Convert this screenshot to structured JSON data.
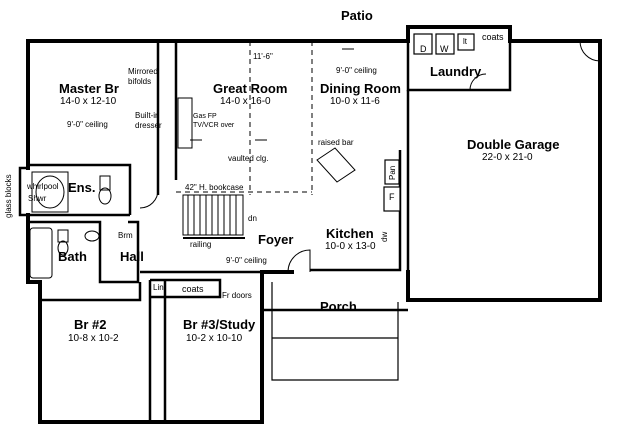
{
  "patio": "Patio",
  "laundry": {
    "name": "Laundry",
    "d": "D",
    "w": "W",
    "sink": "lt",
    "coats": "coats"
  },
  "master": {
    "name": "Master Br",
    "size": "14-0 x 12-10",
    "ceiling": "9'-0\" ceiling",
    "bifolds": "Mirrored\nbifolds",
    "dresser": "Built-in\ndresser"
  },
  "great_room": {
    "name": "Great Room",
    "size": "14-0 x 16-0",
    "span": "11'-6\"",
    "gas_fp": "Gas FP",
    "tv": "TV/VCR over",
    "vaulted": "vaulted clg.",
    "bookcase": "42\" H. bookcase"
  },
  "dining": {
    "name": "Dining Room",
    "size": "10-0 x 11-6",
    "ceiling": "9'-0\" ceiling",
    "bar": "raised bar"
  },
  "garage": {
    "name": "Double Garage",
    "size": "22-0 x 21-0"
  },
  "ensuite": {
    "name": "Ens.",
    "whirlpool": "whirlpool",
    "shwr": "Shwr",
    "glass": "glass blocks"
  },
  "kitchen": {
    "name": "Kitchen",
    "size": "10-0 x 13-0",
    "pan": "Pan",
    "fridge": "F",
    "dw": "dw"
  },
  "stair": {
    "dn": "dn",
    "railing": "railing"
  },
  "foyer": {
    "name": "Foyer",
    "ceiling": "9'-0\" ceiling",
    "fr_doors": "Fr doors"
  },
  "hall": {
    "name": "Hall",
    "brm": "Brm",
    "lin": "Lin",
    "coats": "coats"
  },
  "bath": {
    "name": "Bath"
  },
  "porch": {
    "name": "Porch"
  },
  "br2": {
    "name": "Br #2",
    "size": "10-8 x 10-2"
  },
  "br3": {
    "name": "Br #3/Study",
    "size": "10-2 x 10-10"
  }
}
